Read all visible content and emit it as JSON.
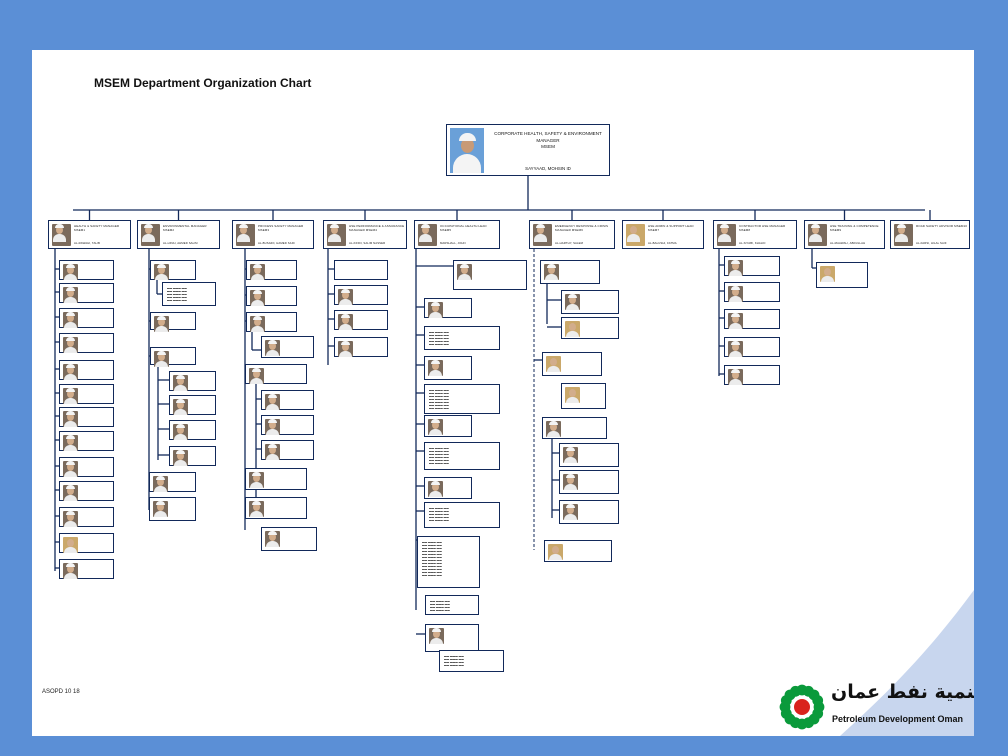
{
  "title": "MSEM Department Organization Chart",
  "footer_code": "ASOPD 10 18",
  "top": {
    "title_lines": [
      "CORPORATE HEALTH, SAFETY & ENVIRONMENT",
      "MANAGER",
      "MSEM"
    ],
    "name": "SAYYAAD, MOHSIN ID"
  },
  "managers": [
    {
      "title": "HEALTH & SAFETY MANAGER MSEM1",
      "name": "AL-RAWAHI, TALIB"
    },
    {
      "title": "ENVIRONMENTAL MANAGER MSEM2",
      "name": "AL-HINAI, AHMED SALIM"
    },
    {
      "title": "PROCESS SAFETY MANAGER MSEM3",
      "name": "AL-BUSAIDI, HAMED SAID"
    },
    {
      "title": "HSE PERFORMANCE & ASSURANCE MANAGER MSEM4",
      "name": "AL-KINDI, SALIM NASSER"
    },
    {
      "title": "OCCUPATIONAL HEALTH LEAD MSEM5",
      "name": "MARSHALL, JOHN"
    },
    {
      "title": "EMERGENCY RESPONSE & CRISIS MANAGER MSEM6",
      "name": "AL-HARTHY, SALEM"
    },
    {
      "title": "HSE ADMIN & SUPPORT LEAD MSEM7",
      "name": "AL-BALUSHI, FATMA"
    },
    {
      "title": "CONTRACTOR HSE MANAGER MSEM8",
      "name": "AL-SIYABI, KHALID"
    },
    {
      "title": "HSE TRAINING & COMPETENCE MSEM9",
      "name": "AL-MAAWALI, ABDULLAH"
    },
    {
      "title": "ROAD SAFETY ADVISOR MSEM10",
      "name": "AL-FARSI, HILAL SAIF"
    }
  ]
}
